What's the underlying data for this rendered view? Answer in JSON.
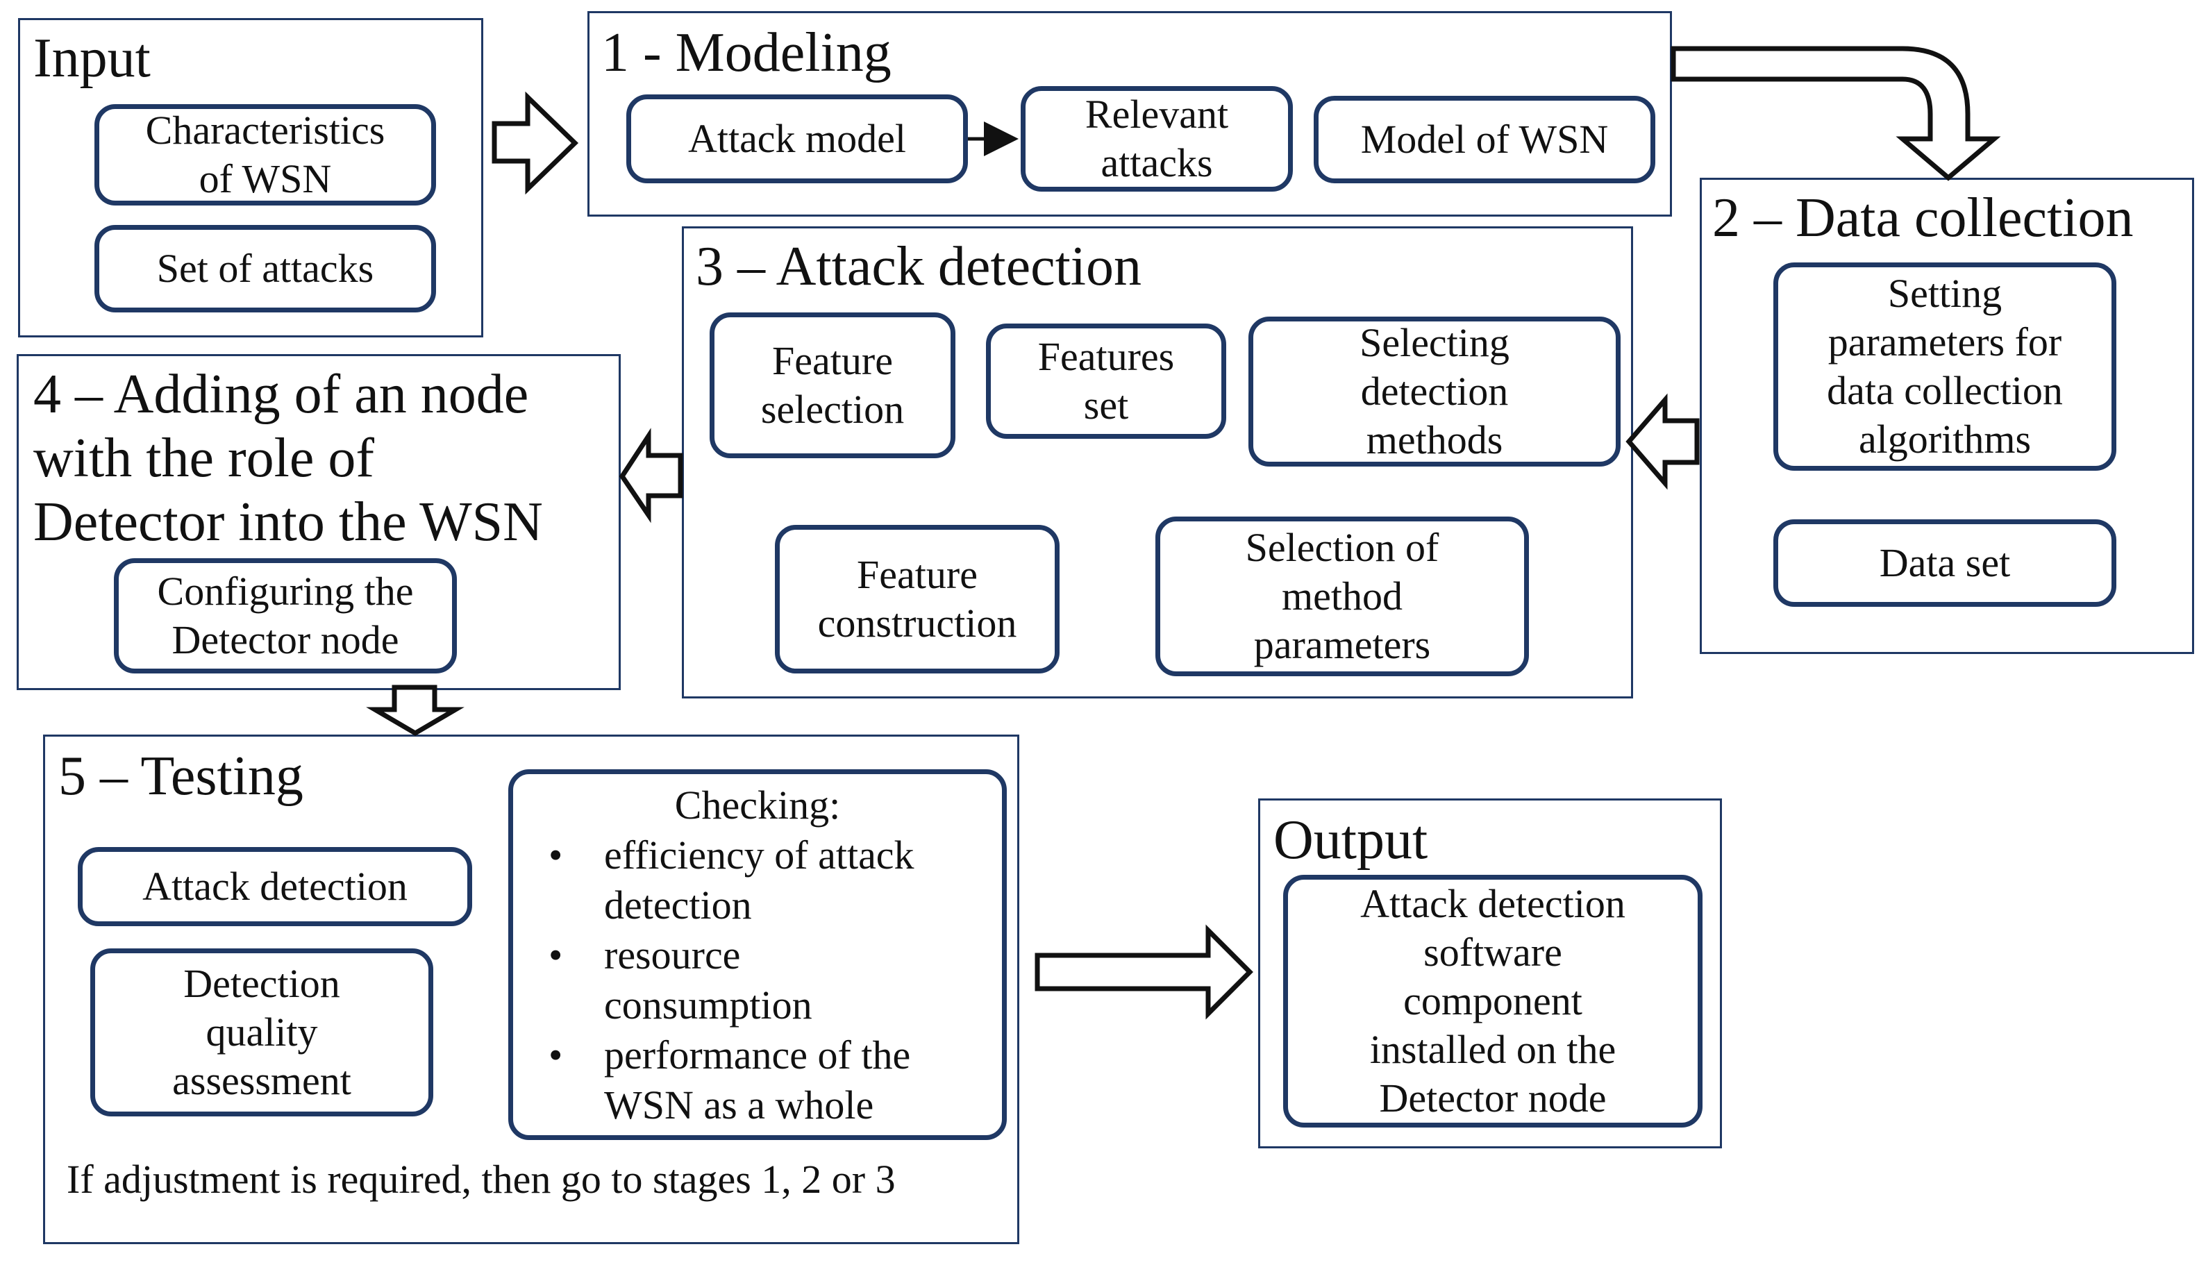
{
  "stages": {
    "input": {
      "title": "Input",
      "items": [
        "Characteristics\nof WSN",
        "Set of attacks"
      ]
    },
    "modeling": {
      "title": "1 - Modeling",
      "items": [
        "Attack model",
        "Relevant\nattacks",
        "Model of WSN"
      ]
    },
    "data_collection": {
      "title": "2 – Data collection",
      "items": [
        "Setting\nparameters for\ndata collection\nalgorithms",
        "Data set"
      ]
    },
    "attack_detection": {
      "title": "3 – Attack detection",
      "items": [
        "Feature\nselection",
        "Features\nset",
        "Selecting\ndetection\nmethods",
        "Feature\nconstruction",
        "Selection of\nmethod\nparameters"
      ]
    },
    "adding_node": {
      "title": "4 – Adding of an node\nwith the role of\nDetector into the WSN",
      "items": [
        "Configuring the\nDetector node"
      ]
    },
    "testing": {
      "title": "5 – Testing",
      "items": [
        "Attack detection",
        "Detection\nquality\nassessment"
      ],
      "checking_title": "Checking:",
      "checking_items": [
        "efficiency of attack\ndetection",
        "resource\nconsumption",
        "performance of the\nWSN as a whole"
      ],
      "bullet": "•",
      "note": "If adjustment is required, then go to stages 1, 2 or 3"
    },
    "output": {
      "title": "Output",
      "items": [
        "Attack detection\nsoftware\ncomponent\ninstalled on the\nDetector node"
      ]
    }
  },
  "colors": {
    "border": "#1f3864",
    "arrow": "#111111",
    "text": "#111111"
  }
}
